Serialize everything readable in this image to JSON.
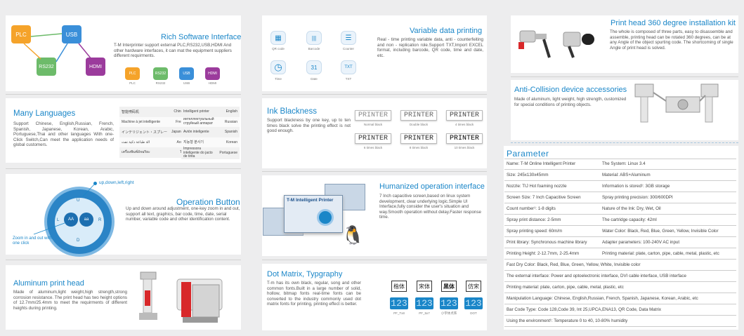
{
  "software": {
    "title": "Rich Software Interface",
    "body": "T-M Interprinter support external PLC,RS232,USB,HDMI And other hardware interfaces, it can mat the equipment suppliers different requirments.",
    "nodes": [
      "PLC",
      "USB",
      "RS232",
      "HDMI"
    ],
    "chips": [
      {
        "label": "PLC",
        "caption": "PLC",
        "color": "#f5a32a"
      },
      {
        "label": "RS232",
        "caption": "RS232",
        "color": "#6dbb6a"
      },
      {
        "label": "USB",
        "caption": "USB",
        "color": "#3a8fd9"
      },
      {
        "label": "HDMI",
        "caption": "HDMI",
        "color": "#9b3b9c"
      }
    ]
  },
  "variable": {
    "title": "Variable data printing",
    "body": "Real - time printing variable data, anti - counterfeiting and non - replication role.Support TXT,Import EXCEL format, including barcode, QR code, time and date, etc.",
    "icons": [
      {
        "name": "qr-code-icon",
        "glyph": "▦",
        "caption": "QR code"
      },
      {
        "name": "barcode-icon",
        "glyph": "|||",
        "caption": "Barcode"
      },
      {
        "name": "counter-icon",
        "glyph": "☰",
        "caption": "Counter"
      },
      {
        "name": "time-icon",
        "glyph": "◷",
        "caption": "Time"
      },
      {
        "name": "date-icon",
        "glyph": "31",
        "caption": "Date"
      },
      {
        "name": "txt-icon",
        "glyph": "TXT",
        "caption": "TXT"
      }
    ]
  },
  "printhead360": {
    "title": "Print head 360 degree installation kit",
    "body": "The whole is composed of three parts, easy to disassemble and assemble, printing head can be rotated 360 degrees, can be at any Angle of the object spurting code. The shortcoming of single Angle of print head is solved."
  },
  "languages": {
    "title": "Many Languages",
    "body": "Support Chinese, English,Russian, French, Spanish, Japanese, Korean, Arabic, Portuguese,Thai and other languages With one-Click Switch,Can meet the application needs of global customers.",
    "left": [
      {
        "native": "智能喷码机",
        "lang": "Chinese"
      },
      {
        "native": "Machine à jet intelligente",
        "lang": "French"
      },
      {
        "native": "インテリジェント・スプレー",
        "lang": "Japanese"
      },
      {
        "native": "الة طباعة ذكية نفث",
        "lang": "Arabic"
      },
      {
        "native": "เครื่องพิมพ์อัจฉริยะ",
        "lang": "Thai"
      }
    ],
    "right": [
      {
        "native": "Intelligent printer",
        "lang": "English"
      },
      {
        "native": "интеллектуальный струйный аппарат",
        "lang": "Russian"
      },
      {
        "native": "Avión inteligente",
        "lang": "Spanish"
      },
      {
        "native": "지능형 분사기",
        "lang": "Korean"
      },
      {
        "native": "Impressora inteligente do jacto de tinta",
        "lang": "Portuguese"
      }
    ]
  },
  "ink": {
    "title": "Ink Blackness",
    "body": "Support blackness by one key, up to ten times black solve the printing effect is not good enough.",
    "samples": [
      {
        "text": "PRINTER",
        "caption": "Normal black"
      },
      {
        "text": "PRINTER",
        "caption": "Double black"
      },
      {
        "text": "PRINTER",
        "caption": "4 times black"
      },
      {
        "text": "PRINTER",
        "caption": "6 times black"
      },
      {
        "text": "PRINTER",
        "caption": "8 times black"
      },
      {
        "text": "PRINTER",
        "caption": "10 times black"
      }
    ]
  },
  "anticollision": {
    "title": "Anti-Collision device accessories",
    "body": "Made of aluminum, light weight, high strength, customized for special conditions of printing objects."
  },
  "operation": {
    "title": "Operation Button",
    "body": "Up and down around adjustment, one-key zoom in and out, support all text, graphics, bar code, time, date, serial number, variable code and other identification content.",
    "callout_top": "up,down,left,right",
    "callout_left": "Zoom in and out with one click",
    "dial": {
      "left": "L",
      "right": "R",
      "up": "U",
      "down": "D",
      "zoom_in": "AA",
      "zoom_out": "aa"
    }
  },
  "humanized": {
    "title": "Humanized operation interface",
    "body": "7 Inch capacitive screen,based on linux system development, clear underlying logic.Simple UI Interface,fully consider the user's situation and way.Smooth operation without delay.Faster response time.",
    "screen_title": "T-M Intelligent Printer"
  },
  "parameter": {
    "title": "Parameter",
    "rows": [
      [
        "Name: T-M Online Intelligent Printer",
        "The System: Linux 3.4"
      ],
      [
        "Size: 245x130x45mm",
        "Material: ABS+Aluminum"
      ],
      [
        "Nozzle:  TIJ Hot foaming nozzle",
        "Information is stored¹: 3GB storage"
      ],
      [
        "Screen Size: 7 Inch Capacitive Screen",
        "Spray printing precision: 300/600DPI"
      ],
      [
        "Count number¹: 1-8 digits",
        "Nature of the Ink: Dry, Wet, Oil"
      ],
      [
        "Spray print distance: 2-5mm",
        "The cartridge capacity: 42ml"
      ],
      [
        "Spray printing speed: 60m/m",
        "Water Color: Black, Red, Blue, Green, Yellow, Invisible Color"
      ],
      [
        "Print library: Synchronous machine library",
        "Adapter parameters: 100-240V AC input"
      ],
      [
        "Printing Height: 2-12.7mm, 2-25.4mm",
        "Printing material: plate, carton, pipe, cable, metal, plastic, etc"
      ]
    ],
    "wide_rows": [
      "Fast Dry Color: Black, Red, Blue, Green, Yellow, White, Invisible color",
      "The external interface: Power and optoelectronic interface, DVI cable interface, USB interface",
      "Printing material: plate, carton, pipe, cable, metal, plastic, etc",
      "Manipulation Language: Chinese, English,Russian, French, Spanish, Japanese, Korean, Arabic, etc",
      "Bar Code Type: Code 128,Code 39, Int 25,UPCA,ENA13, QR Code, Data Matrix",
      "Using the environment¹: Temperature 0 to 40, 10-80% humidity"
    ]
  },
  "aluminum": {
    "title": "Aluminum print head",
    "body": "Made of aluminum,light weight,high strength,strong corrosion resistance. The print head has two height options of 12.7mm/25.4mm to meet the requirments of different heights during printing."
  },
  "dotmatrix": {
    "title": "Dot Matrix, Typgraphy",
    "body": "T-m has its own black, regular, song and other common fonts.Built in a large number of solid, hollow, bitmap fonts real-time fonts can be converted to the industry commonly used dot matrix fonts for printing, printing effect is better.",
    "fonts": [
      {
        "glyph": "楷体",
        "digits": "123",
        "caption": "PF_Tx8"
      },
      {
        "glyph": "宋体",
        "digits": "123",
        "caption": "PF_5x7"
      },
      {
        "glyph": "黑体",
        "digits": "123",
        "caption": "小字体点阵"
      },
      {
        "glyph": "仿宋",
        "digits": "123",
        "caption": "DOT"
      }
    ]
  },
  "colors": {
    "accent": "#1a86c8",
    "red": "#d8282a"
  }
}
